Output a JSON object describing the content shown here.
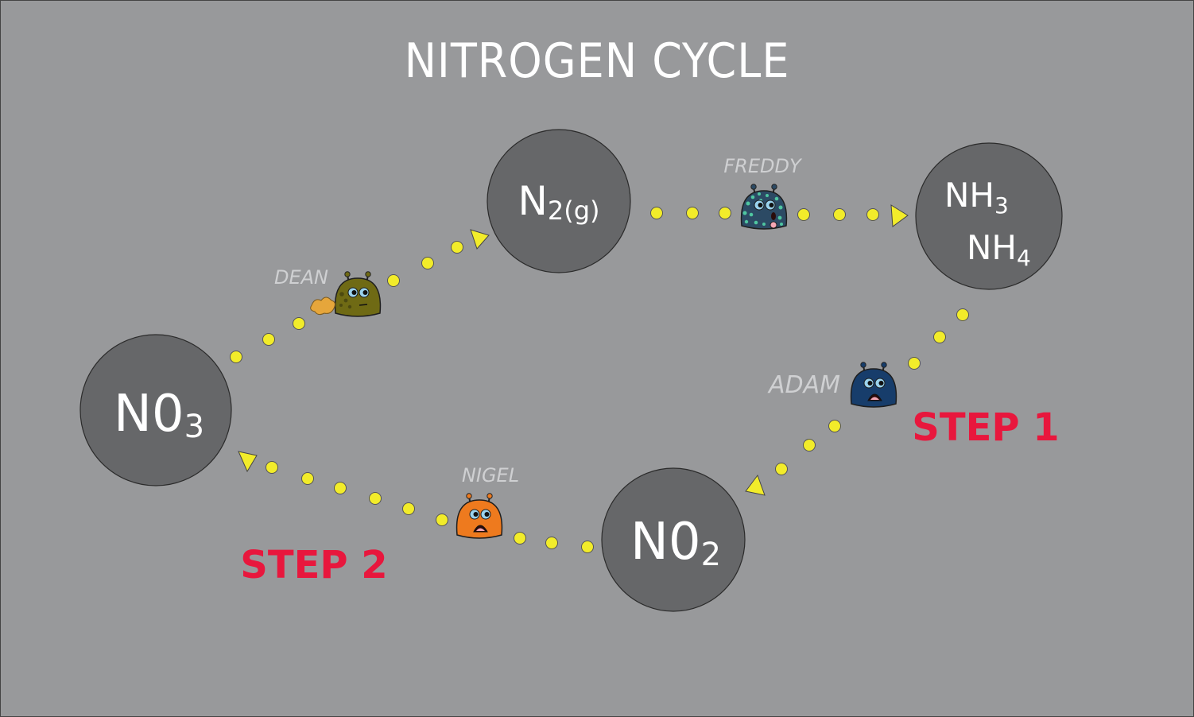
{
  "title": "NITROGEN CYCLE",
  "colors": {
    "background": "#98999b",
    "node": "#666769",
    "dot": "#f2ec2a",
    "step": "#e8173d",
    "bug_label": "#cfd0d2"
  },
  "nodes": {
    "n2": {
      "base": "N",
      "sub": "2(g)"
    },
    "nh3": {
      "base": "NH",
      "sub": "3"
    },
    "nh4": {
      "base": "NH",
      "sub": "4"
    },
    "no3": {
      "base": "N0",
      "sub": "3"
    },
    "no2": {
      "base": "N0",
      "sub": "2"
    }
  },
  "bacteria": {
    "freddy": {
      "name": "FREDDY",
      "color": "#2c4a64",
      "icon": "spotted-bug-icon"
    },
    "dean": {
      "name": "DEAN",
      "color": "#6f6a14",
      "icon": "green-bug-icon"
    },
    "adam": {
      "name": "ADAM",
      "color": "#173d6b",
      "icon": "blue-bug-icon"
    },
    "nigel": {
      "name": "NIGEL",
      "color": "#ee7a1e",
      "icon": "orange-bug-icon"
    }
  },
  "steps": {
    "step1": "STEP 1",
    "step2": "STEP 2"
  }
}
